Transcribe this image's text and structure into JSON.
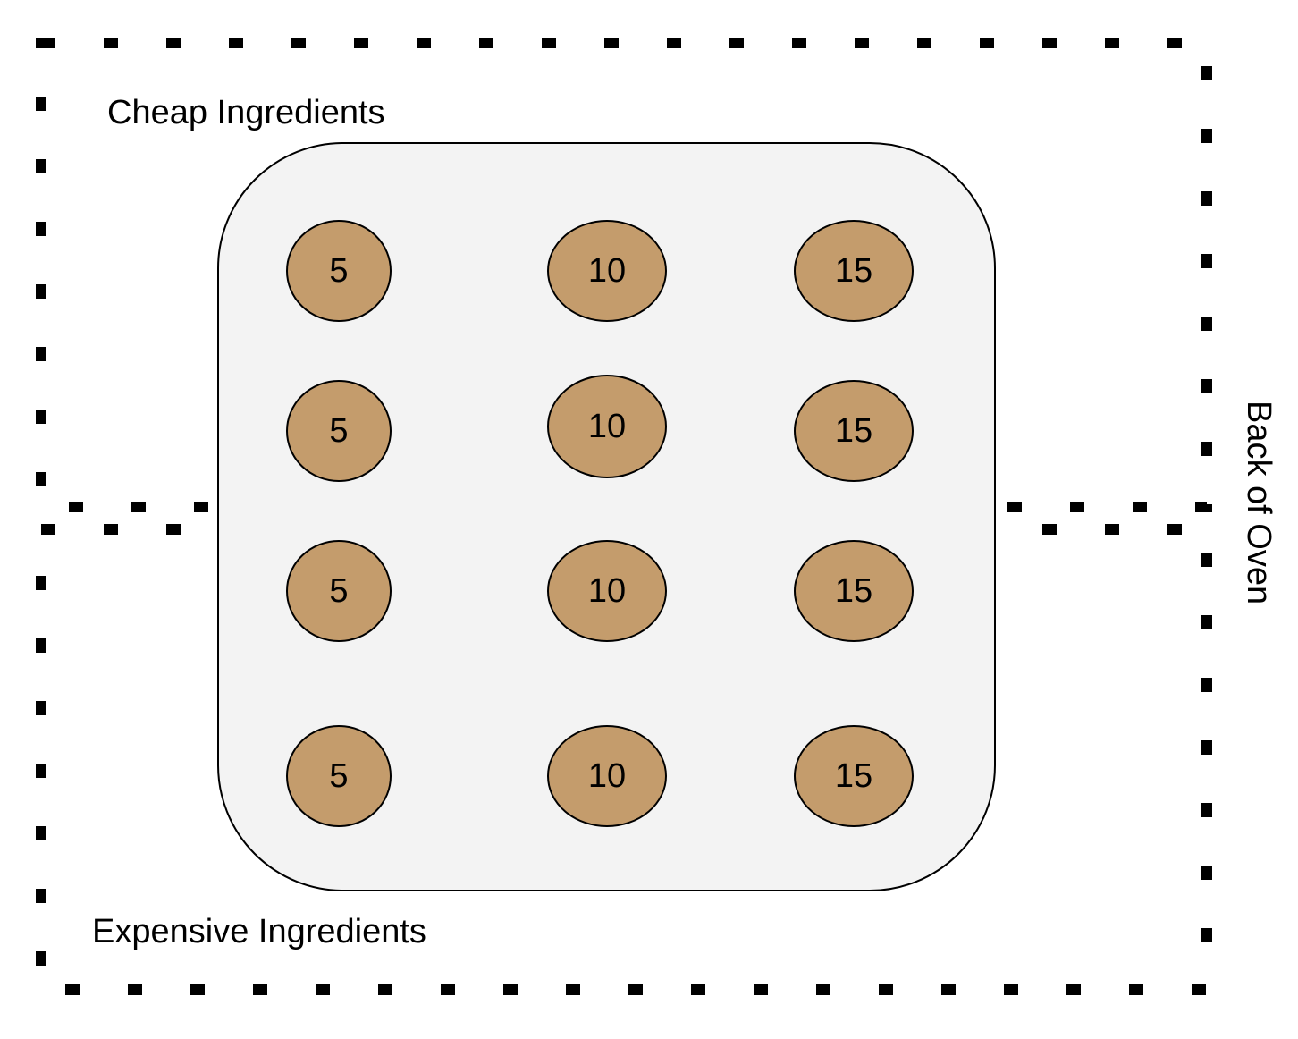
{
  "labels": {
    "cheap": "Cheap Ingredients",
    "expensive": "Expensive Ingredients",
    "back_of_oven": "Back of Oven"
  },
  "colors": {
    "cookie_fill": "#c49c6c",
    "tray_fill": "#f3f3f3",
    "border": "#000000"
  },
  "cookies": {
    "row1": {
      "c1": "5",
      "c2": "10",
      "c3": "15"
    },
    "row2": {
      "c1": "5",
      "c2": "10",
      "c3": "15"
    },
    "row3": {
      "c1": "5",
      "c2": "10",
      "c3": "15"
    },
    "row4": {
      "c1": "5",
      "c2": "10",
      "c3": "15"
    }
  }
}
